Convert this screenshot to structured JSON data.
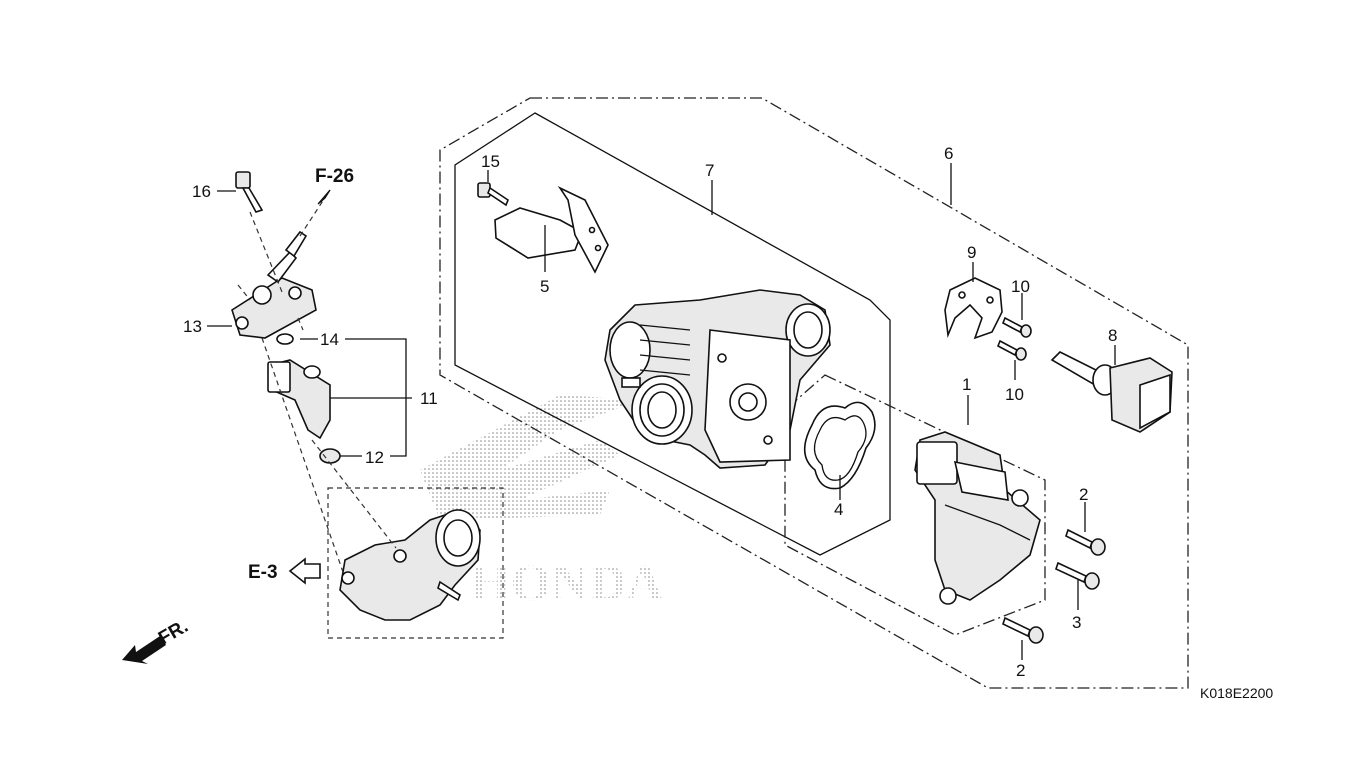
{
  "diagram": {
    "code": "K018E2200",
    "refs": {
      "fuel": "F-26",
      "intake": "E-3",
      "front": "FR."
    },
    "watermark": "HONDA",
    "callouts": {
      "p1": "1",
      "p2a": "2",
      "p2b": "2",
      "p3": "3",
      "p4": "4",
      "p5": "5",
      "p6": "6",
      "p7": "7",
      "p8": "8",
      "p9": "9",
      "p10a": "10",
      "p10b": "10",
      "p11": "11",
      "p12": "12",
      "p13": "13",
      "p14": "14",
      "p15": "15",
      "p16": "16"
    }
  }
}
